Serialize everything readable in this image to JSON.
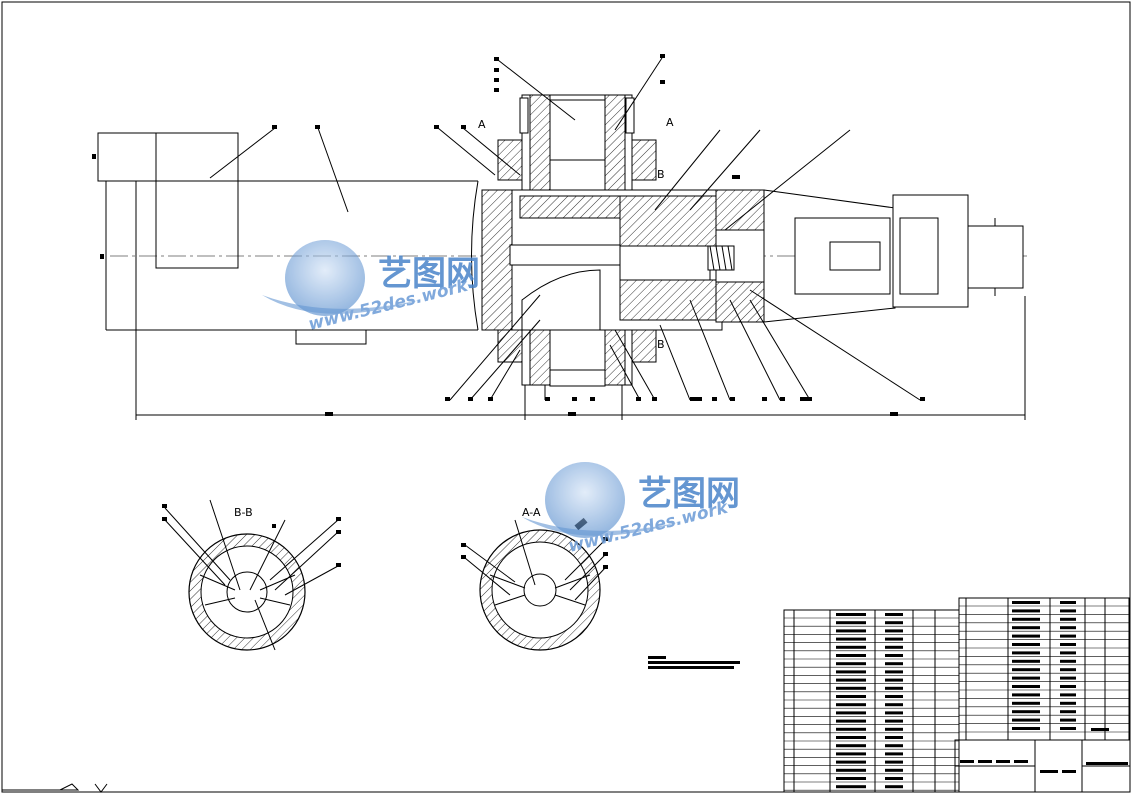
{
  "drawing": {
    "section_b_label": "B-B",
    "section_a_label": "A-A",
    "cut_marks": [
      "A",
      "A",
      "B",
      "B"
    ]
  },
  "watermarks": [
    {
      "brand": "艺图网",
      "url": "www.52des.work"
    },
    {
      "brand": "艺图网",
      "url": "www.52des.work"
    }
  ],
  "colors": {
    "line": "#000000",
    "watermark_primary": "#4a84c9",
    "watermark_secondary": "#8cb3e3",
    "background": "#ffffff"
  }
}
